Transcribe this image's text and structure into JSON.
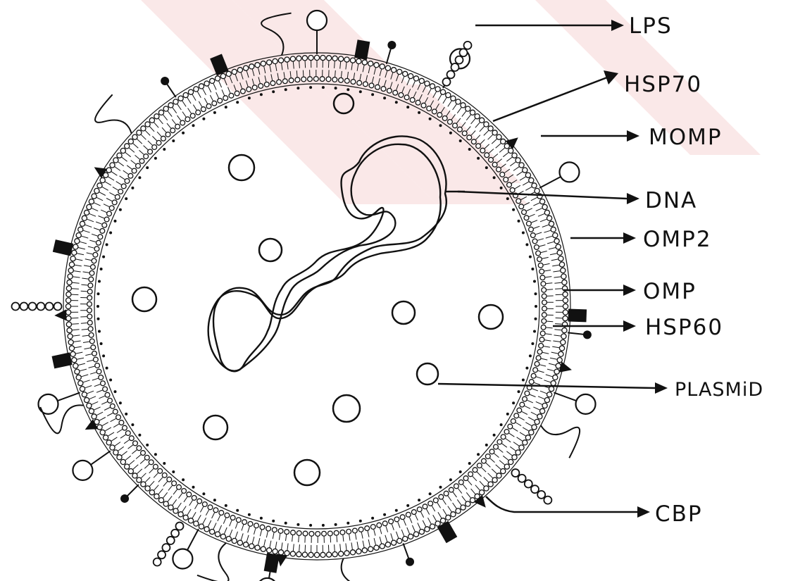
{
  "diagram": {
    "labels": {
      "lps": "LPS",
      "hsp70": "HSP70",
      "momp": "MOMP",
      "dna": "DNA",
      "omp2": "OMP2",
      "omp": "OMP",
      "hsp60": "HSP60",
      "plasmid": "PLASMiD",
      "cbp": "CBP"
    },
    "colors": {
      "ink": "#111111",
      "watermark": "#f6d6d6",
      "background": "#ffffff"
    }
  }
}
